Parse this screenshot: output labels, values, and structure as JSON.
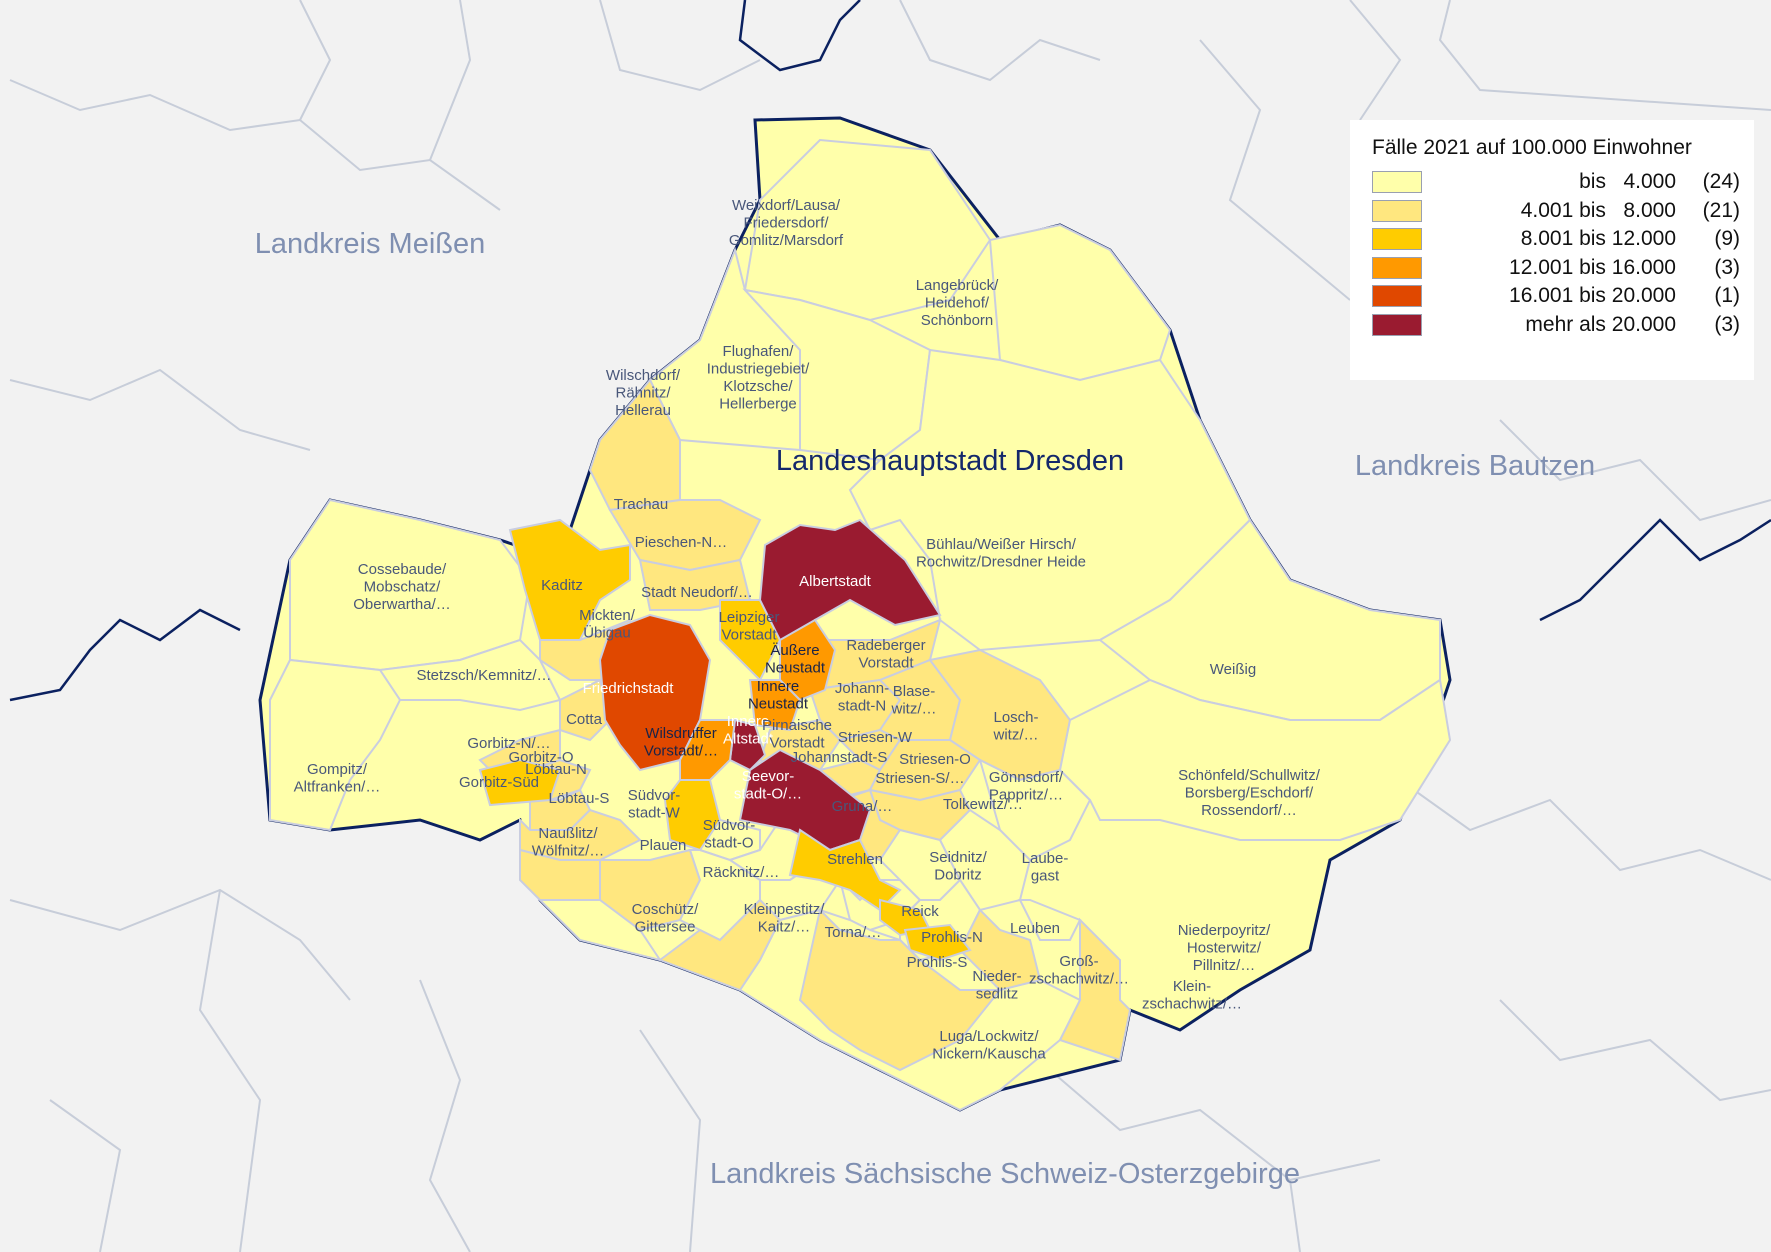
{
  "legend": {
    "title": "Fälle 2021 auf 100.000 Einwohner",
    "classes": [
      {
        "label": "bis   4.000",
        "count": "(24)",
        "color": "#ffffaa"
      },
      {
        "label": "4.001 bis   8.000",
        "count": "(21)",
        "color": "#ffe77f"
      },
      {
        "label": "8.001 bis 12.000",
        "count": "(9)",
        "color": "#ffcc00"
      },
      {
        "label": "12.001 bis 16.000",
        "count": "(3)",
        "color": "#ff9900"
      },
      {
        "label": "16.001 bis 20.000",
        "count": "(1)",
        "color": "#e04800"
      },
      {
        "label": "mehr als 20.000",
        "count": "(3)",
        "color": "#9a1b30"
      }
    ]
  },
  "regions": {
    "meissen": "Landkreis Meißen",
    "bautzen": "Landkreis Bautzen",
    "soe": "Landkreis Sächsische Schweiz-Osterzgebirge",
    "city": "Landeshauptstadt Dresden"
  },
  "districts": [
    {
      "lines": [
        "Weixdorf/Lausa/",
        "Friedersdorf/",
        "Gomlitz/Marsdorf"
      ],
      "class": 1,
      "label_pos": "890,208"
    },
    {
      "lines": [
        "Langebrück/",
        "Heidehof/",
        "Schönborn"
      ],
      "class": 1
    },
    {
      "lines": [
        "Wilschdorf/",
        "Rähnitz/",
        "Hellerau"
      ],
      "class": 1
    },
    {
      "lines": [
        "Flughafen/",
        "Industriegebiet/",
        "Klotzsche/",
        "Hellerberge"
      ],
      "class": 1
    },
    {
      "lines": [
        "Bühlau/Weißer Hirsch/",
        "Rochwitz/Dresdner Heide"
      ],
      "class": 1
    },
    {
      "lines": [
        "Trachau"
      ],
      "class": 2
    },
    {
      "lines": [
        "Pieschen-N…"
      ],
      "class": 2
    },
    {
      "lines": [
        "Kaditz"
      ],
      "class": 3
    },
    {
      "lines": [
        "Cossebaude/",
        "Mobschatz/",
        "Oberwartha/…"
      ],
      "class": 1
    },
    {
      "lines": [
        "Stadt Neudorf/…"
      ],
      "class": 2
    },
    {
      "lines": [
        "Mickten/",
        "Übigau"
      ],
      "class": 2
    },
    {
      "lines": [
        "Leipziger",
        "Vorstadt"
      ],
      "class": 3
    },
    {
      "lines": [
        "Albertstadt"
      ],
      "class": 6
    },
    {
      "lines": [
        "Äußere",
        "Neustadt"
      ],
      "class": 4
    },
    {
      "lines": [
        "Radeberger",
        "Vorstadt"
      ],
      "class": 2
    },
    {
      "lines": [
        "Friedrichstadt"
      ],
      "class": 5
    },
    {
      "lines": [
        "Innere",
        "Neustadt"
      ],
      "class": 4
    },
    {
      "lines": [
        "Stetzsch/Kemnitz/…"
      ],
      "class": 1
    },
    {
      "lines": [
        "Johann-",
        "stadt-N"
      ],
      "class": 2
    },
    {
      "lines": [
        "Blase-",
        "witz/…"
      ],
      "class": 2
    },
    {
      "lines": [
        "Losch-",
        "witz/…"
      ],
      "class": 2
    },
    {
      "lines": [
        "Weißig"
      ],
      "class": 1
    },
    {
      "lines": [
        "Cotta"
      ],
      "class": 2
    },
    {
      "lines": [
        "Innere",
        "Altstadt"
      ],
      "class": 6
    },
    {
      "lines": [
        "Pirnaische",
        "Vorstadt"
      ],
      "class": 2
    },
    {
      "lines": [
        "Wilsdruffer",
        "Vorstadt/…"
      ],
      "class": 4
    },
    {
      "lines": [
        "Gorbitz-N/…"
      ],
      "class": 2
    },
    {
      "lines": [
        "Striesen-W"
      ],
      "class": 2
    },
    {
      "lines": [
        "Gorbitz-O"
      ],
      "class": 2
    },
    {
      "lines": [
        "Johannstadt-S"
      ],
      "class": 2
    },
    {
      "lines": [
        "Striesen-O"
      ],
      "class": 2
    },
    {
      "lines": [
        "Löbtau-N"
      ],
      "class": 2
    },
    {
      "lines": [
        "Gompitz/",
        "Altfranken/…"
      ],
      "class": 1
    },
    {
      "lines": [
        "Gorbitz-Süd"
      ],
      "class": 3
    },
    {
      "lines": [
        "Seevor-",
        "stadt-O/…"
      ],
      "class": 6
    },
    {
      "lines": [
        "Striesen-S/…"
      ],
      "class": 2
    },
    {
      "lines": [
        "Gönnsdorf/",
        "Pappritz/…"
      ],
      "class": 1
    },
    {
      "lines": [
        "Schönfeld/Schullwitz/",
        "Borsberg/Eschdorf/",
        "Rossendorf/…"
      ],
      "class": 1
    },
    {
      "lines": [
        "Löbtau-S"
      ],
      "class": 2
    },
    {
      "lines": [
        "Südvor-",
        "stadt-W"
      ],
      "class": 3
    },
    {
      "lines": [
        "Gruna/…"
      ],
      "class": 2
    },
    {
      "lines": [
        "Tolkewitz/…"
      ],
      "class": 1
    },
    {
      "lines": [
        "Südvor-",
        "stadt-O"
      ],
      "class": 1
    },
    {
      "lines": [
        "Naußlitz/",
        "Wölfnitz/…"
      ],
      "class": 2
    },
    {
      "lines": [
        "Plauen"
      ],
      "class": 1
    },
    {
      "lines": [
        "Strehlen"
      ],
      "class": 3
    },
    {
      "lines": [
        "Laube-",
        "gast"
      ],
      "class": 1
    },
    {
      "lines": [
        "Seidnitz/",
        "Dobritz"
      ],
      "class": 2
    },
    {
      "lines": [
        "Räcknitz/…"
      ],
      "class": 1
    },
    {
      "lines": [
        "Coschütz/",
        "Gittersee"
      ],
      "class": 1
    },
    {
      "lines": [
        "Kleinpestitz/",
        "Kaitz/…"
      ],
      "class": 1
    },
    {
      "lines": [
        "Reick"
      ],
      "class": 3
    },
    {
      "lines": [
        "Torna/…"
      ],
      "class": 1
    },
    {
      "lines": [
        "Prohlis-N"
      ],
      "class": 3
    },
    {
      "lines": [
        "Leuben"
      ],
      "class": 2
    },
    {
      "lines": [
        "Niederpoyritz/",
        "Hosterwitz/",
        "Pillnitz/…"
      ],
      "class": 1
    },
    {
      "lines": [
        "Prohlis-S"
      ],
      "class": 2
    },
    {
      "lines": [
        "Nieder-",
        "sedlitz"
      ],
      "class": 1
    },
    {
      "lines": [
        "Groß-",
        "zschachwitz/…"
      ],
      "class": 2
    },
    {
      "lines": [
        "Klein-",
        "zschachwitz/…"
      ],
      "class": 1
    },
    {
      "lines": [
        "Luga/Lockwitz/",
        "Nickern/Kauscha"
      ],
      "class": 2
    }
  ]
}
